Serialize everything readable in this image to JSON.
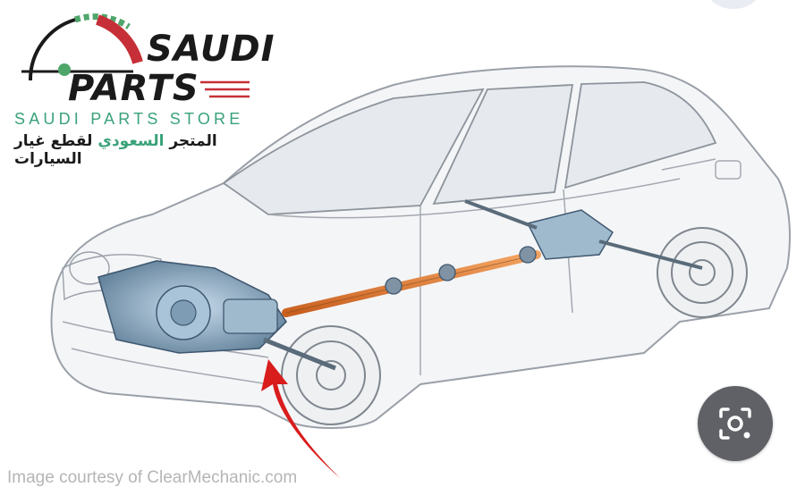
{
  "logo": {
    "brand_top": "SAUDI",
    "brand_bottom": "PARTS",
    "store_en": "SAUDI PARTS STORE",
    "store_ar_pre": "المتجر ",
    "store_ar_green": "السعودي",
    "store_ar_post": " لقطع غيار السيارات"
  },
  "credit": "Image courtesy of ClearMechanic.com",
  "icons": {
    "lens": "image-search-icon",
    "gauge": "speedometer-icon",
    "arrow": "red-arrow-icon"
  },
  "colors": {
    "driveshaft": "#e6843a",
    "arrow": "#d91c1c",
    "brand_green": "#3aa27a",
    "gauge_red": "#c62f37",
    "engine_blue": "#8fb0c8"
  }
}
